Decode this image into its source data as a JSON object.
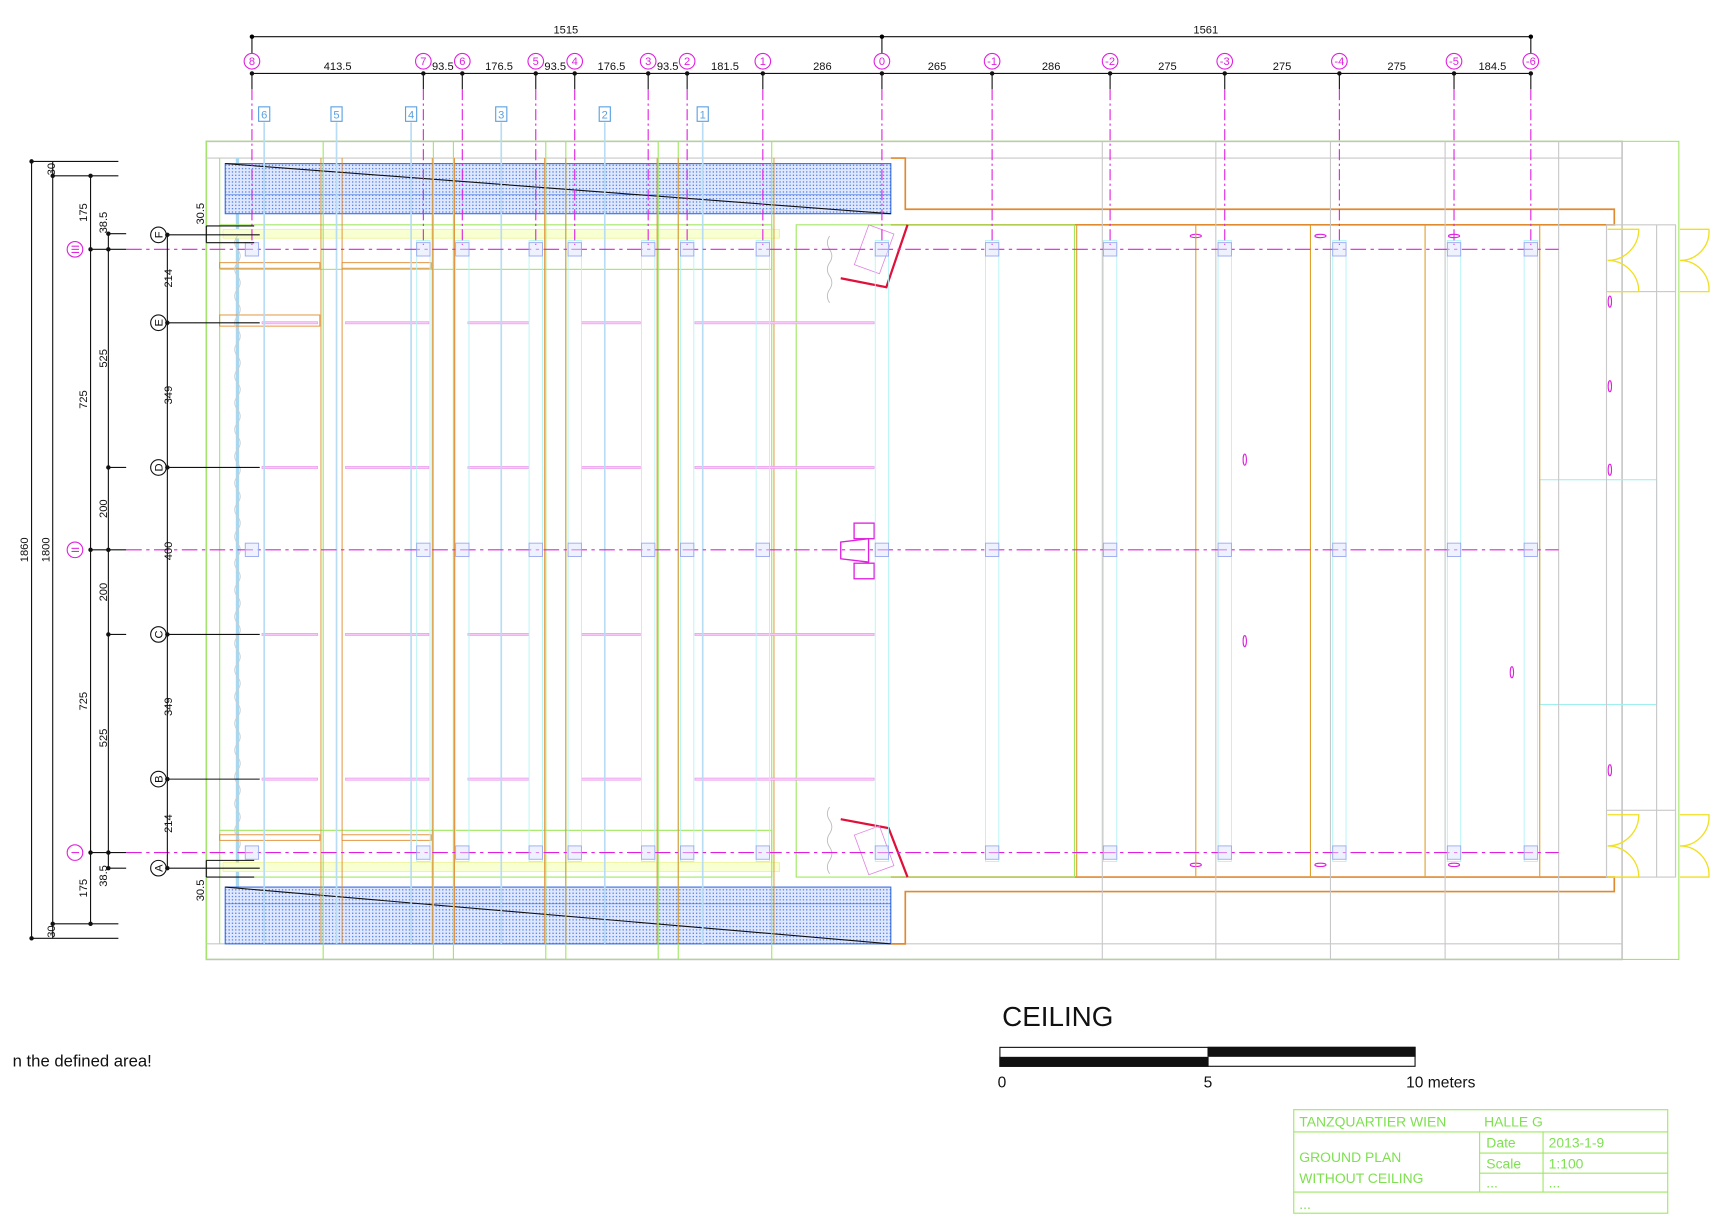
{
  "drawing": {
    "title": "CEILING",
    "note": "n the defined area!",
    "scale_bar": {
      "labels": [
        "0",
        "5",
        "10 meters"
      ],
      "max_meters": 10
    },
    "overall_dims": {
      "left": "1515",
      "right": "1561"
    },
    "column_axes": [
      {
        "label": "8",
        "dim_after": "413.5"
      },
      {
        "label": "7",
        "dim_after": "93.5"
      },
      {
        "label": "6",
        "dim_after": "176.5"
      },
      {
        "label": "5",
        "dim_after": "93.5"
      },
      {
        "label": "4",
        "dim_after": "176.5"
      },
      {
        "label": "3",
        "dim_after": "93.5"
      },
      {
        "label": "2",
        "dim_after": "181.5"
      },
      {
        "label": "1",
        "dim_after": "286"
      },
      {
        "label": "0",
        "dim_after": "265"
      },
      {
        "label": "-1",
        "dim_after": "286"
      },
      {
        "label": "-2",
        "dim_after": "275"
      },
      {
        "label": "-3",
        "dim_after": "275"
      },
      {
        "label": "-4",
        "dim_after": "275"
      },
      {
        "label": "-5",
        "dim_after": "184.5"
      },
      {
        "label": "-6",
        "dim_after": ""
      }
    ],
    "batten_tags": [
      "6",
      "5",
      "4",
      "3",
      "2",
      "1"
    ],
    "row_axes": [
      "III",
      "II",
      "I"
    ],
    "letter_axes": [
      "F",
      "E",
      "D",
      "C",
      "B",
      "A"
    ],
    "left_dims": {
      "total": "1860",
      "inner": "1800",
      "edge": "30",
      "outer_segments": [
        "175",
        "725",
        "725",
        "175"
      ],
      "mid_segments": [
        "38.5",
        "525",
        "200",
        "200",
        "525",
        "38.5"
      ],
      "letter_segments": [
        "214",
        "349",
        "400",
        "349",
        "214"
      ],
      "offset": "30.5"
    },
    "colors": {
      "grid": "#e020e0",
      "wall": "#e08a30",
      "structure": "#80e040",
      "batten": "#5aa0e0",
      "hatch": "#3a6ee0",
      "red": "#e0103a",
      "door": "#f0e020"
    }
  },
  "title_block": {
    "venue": "TANZQUARTIER WIEN",
    "hall": "HALLE G",
    "plan_line1": "GROUND PLAN",
    "plan_line2": "WITHOUT CEILING",
    "date_label": "Date",
    "date_value": "2013-1-9",
    "scale_label": "Scale",
    "scale_value": "1:100",
    "extra_label": "...",
    "extra_value": "...",
    "footer": "..."
  }
}
